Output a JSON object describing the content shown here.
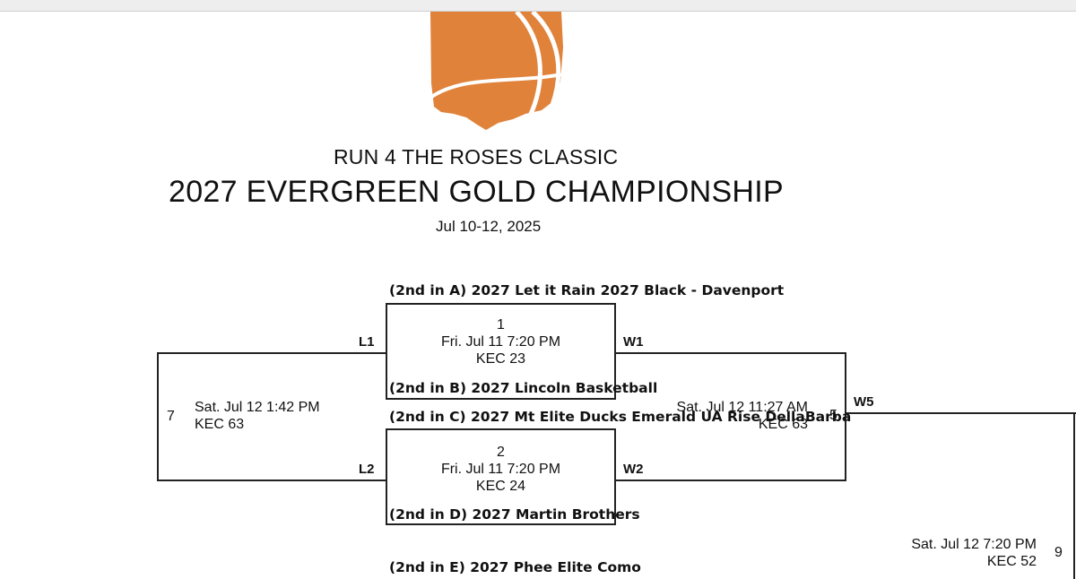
{
  "header": {
    "subtitle": "RUN 4 THE ROSES CLASSIC",
    "title": "2027 EVERGREEN GOLD CHAMPIONSHIP",
    "dates": "Jul 10-12, 2025"
  },
  "logo": {
    "icon": "ohio-basketball-logo",
    "color": "#E0823A"
  },
  "games": {
    "g1": {
      "number": "1",
      "time": "Fri. Jul 11 7:20 PM",
      "court": "KEC 23",
      "team_top": "(2nd in A) 2027 Let it Rain 2027 Black - Davenport",
      "team_bottom": "(2nd in B) 2027 Lincoln Basketball",
      "loser_label": "L1",
      "winner_label": "W1"
    },
    "g2": {
      "number": "2",
      "time": "Fri. Jul 11 7:20 PM",
      "court": "KEC 24",
      "team_top": "(2nd in C) 2027 Mt Elite Ducks Emerald UA Rise DellaBarba",
      "team_bottom": "(2nd in D) 2027 Martin Brothers",
      "loser_label": "L2",
      "winner_label": "W2"
    },
    "g7": {
      "number": "7",
      "time": "Sat. Jul 12 1:42 PM",
      "court": "KEC 63"
    },
    "g5": {
      "number": "5",
      "time": "Sat. Jul 12 11:27 AM",
      "court": "KEC 63",
      "winner_label": "W5"
    },
    "g9": {
      "number": "9",
      "time": "Sat. Jul 12 7:20 PM",
      "court": "KEC 52"
    },
    "next_team": "(2nd in E) 2027 Phee Elite Como"
  }
}
